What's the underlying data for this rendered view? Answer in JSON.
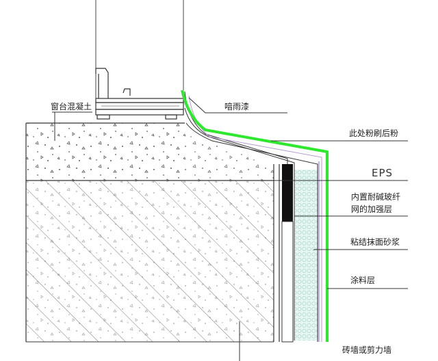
{
  "labels": {
    "sill_concrete": "窗台混凝土",
    "drip_paint": "喑雨漆",
    "post_powder": "此处粉刷后粉",
    "eps": "EPS",
    "mesh_layer_line1": "内置耐碱玻纤",
    "mesh_layer_line2": "网的加强层",
    "bond_mortar": "粘结抹面砂浆",
    "coating_layer": "涂料层",
    "brick_wall": "砖墙或剪力墙"
  },
  "colors": {
    "finish_line": "#2ee82e",
    "line": "#333333",
    "eps_fill": "#e6f6f2",
    "eps_hex": "#a8d8cc",
    "black_strip": "#111111",
    "background": "#ffffff"
  }
}
